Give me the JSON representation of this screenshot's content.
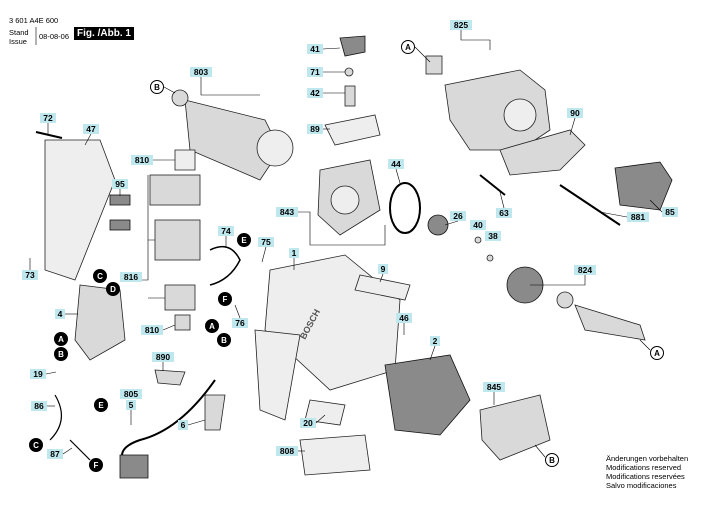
{
  "header": {
    "doc_number": "3 601 A4E 600",
    "stand_label": "Stand",
    "issue_label": "Issue",
    "date": "08-08-06",
    "figure_label": "Fig. /Abb. 1"
  },
  "footer_notes": [
    "Änderungen vorbehalten",
    "Modifications reserved",
    "Modifications reservées",
    "Salvo modificaciones"
  ],
  "brand": "BOSCH",
  "part_labels": [
    "825",
    "803",
    "41",
    "71",
    "42",
    "89",
    "90",
    "72",
    "47",
    "810",
    "95",
    "44",
    "843",
    "26",
    "40",
    "38",
    "63",
    "881",
    "85",
    "74",
    "75",
    "1",
    "9",
    "73",
    "816",
    "824",
    "4",
    "810",
    "76",
    "46",
    "2",
    "890",
    "19",
    "805",
    "5",
    "845",
    "86",
    "6",
    "20",
    "87",
    "808"
  ],
  "callouts": [
    "A",
    "B",
    "C",
    "D",
    "A",
    "B",
    "E",
    "F",
    "A",
    "B",
    "E",
    "A",
    "C",
    "F",
    "B"
  ],
  "colors": {
    "label_fill": "#bfe7ee",
    "figure_badge": "#000000",
    "part_gray": "#d9d9d9"
  }
}
